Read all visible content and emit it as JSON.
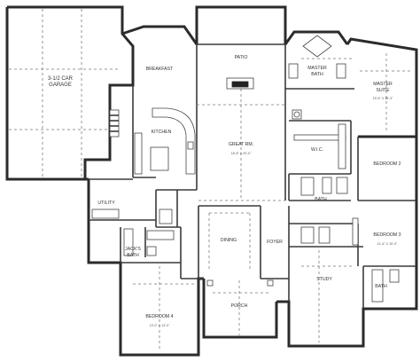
{
  "rooms": {
    "garage": {
      "name": "3-1/2 CAR",
      "name2": "GARAGE"
    },
    "breakfast": {
      "name": "BREAKFAST"
    },
    "patio": {
      "name": "PATIO"
    },
    "master_bath": {
      "name": "MASTER",
      "name2": "BATH"
    },
    "master_suite": {
      "name": "MASTER",
      "name2": "SUITE",
      "dim": "15'-6\" X 18'-3\""
    },
    "kitchen": {
      "name": "KITCHEN"
    },
    "great_rm": {
      "name": "GREAT RM.",
      "dim": "18'-8\" X 20'-0\""
    },
    "wic": {
      "name": "W.I.C."
    },
    "bedroom2": {
      "name": "BEDROOM 2"
    },
    "bath": {
      "name": "BATH"
    },
    "utility": {
      "name": "UTILITY"
    },
    "bedroom3": {
      "name": "BEDROOM 3",
      "dim": "11'-6\" X 15'-0\""
    },
    "dining": {
      "name": "DINING"
    },
    "foyer": {
      "name": "FOYER"
    },
    "jacks_bath": {
      "name": "JACK'S",
      "name2": "BATH"
    },
    "study": {
      "name": "STUDY"
    },
    "bath2": {
      "name": "BATH"
    },
    "bedroom4": {
      "name": "BEDROOM 4",
      "dim": "13'-0\" X 13'-0\""
    },
    "porch": {
      "name": "PORCH"
    }
  }
}
